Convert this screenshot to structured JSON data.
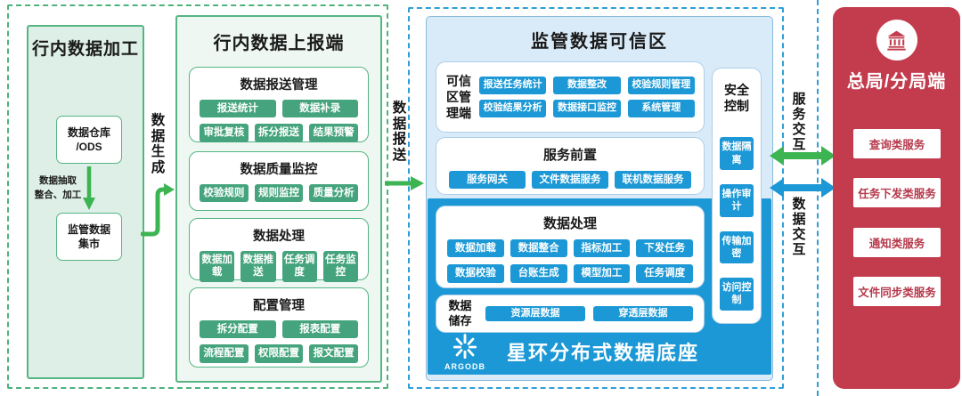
{
  "colors": {
    "green": "#45a47d",
    "bright_green": "#3cb452",
    "blue": "#1b98d5",
    "light_blue_bg": "#d9ebf8",
    "red": "#c33c4e",
    "panel_green_bg": "#ddefe6"
  },
  "flows": {
    "data_generate": "数据生成",
    "data_submit": "数据报送",
    "service_interact": "服务交互",
    "data_interact": "数据交互"
  },
  "bank_processing": {
    "title": "行内数据加工",
    "warehouse_line1": "数据仓库",
    "warehouse_line2": "/ODS",
    "etl_line1": "数据抽取",
    "etl_line2": "整合、加工",
    "mart_line1": "监管数据",
    "mart_line2": "集市"
  },
  "bank_reporting": {
    "title": "行内数据上报端",
    "sections": [
      {
        "title": "数据报送管理",
        "rows": [
          [
            "报送统计",
            "数据补录"
          ],
          [
            "审批复核",
            "拆分报送",
            "结果预警"
          ]
        ]
      },
      {
        "title": "数据质量监控",
        "rows": [
          [
            "校验规则",
            "规则监控",
            "质量分析"
          ]
        ]
      },
      {
        "title": "数据处理",
        "rows": [
          [
            "数据加载",
            "数据推送",
            "任务调度",
            "任务监控"
          ]
        ]
      },
      {
        "title": "配置管理",
        "rows": [
          [
            "拆分配置",
            "报表配置"
          ],
          [
            "流程配置",
            "权限配置",
            "报文配置"
          ]
        ]
      }
    ]
  },
  "trusted_zone": {
    "title": "监管数据可信区",
    "mgmt": {
      "label": "可信区管理端",
      "rows": [
        [
          "报送任务统计",
          "数据整改",
          "校验规则管理"
        ],
        [
          "校验结果分析",
          "数据接口监控",
          "系统管理"
        ]
      ]
    },
    "service_front": {
      "title": "服务前置",
      "buttons": [
        "服务网关",
        "文件数据服务",
        "联机数据服务"
      ]
    },
    "processing": {
      "title": "数据处理",
      "rows": [
        [
          "数据加载",
          "数据整合",
          "指标加工",
          "下发任务"
        ],
        [
          "数据校验",
          "台账生成",
          "模型加工",
          "任务调度"
        ]
      ]
    },
    "storage": {
      "label": "数据储存",
      "buttons": [
        "资源层数据",
        "穿透层数据"
      ]
    },
    "security": {
      "label": "安全控制",
      "buttons": [
        "数据隔离",
        "操作审计",
        "传输加密",
        "访问控制"
      ]
    },
    "base": {
      "logo_text": "ARGODB",
      "label": "星环分布式数据底座"
    }
  },
  "bureau": {
    "title": "总局/分局端",
    "services": [
      "查询类服务",
      "任务下发类服务",
      "通知类服务",
      "文件同步类服务"
    ]
  }
}
